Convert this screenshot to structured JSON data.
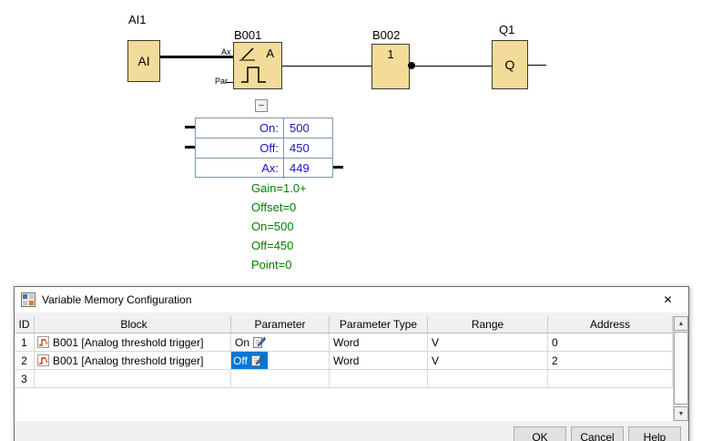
{
  "diagram": {
    "ai": {
      "ref": "AI1",
      "face": "AI"
    },
    "b001": {
      "ref": "B001",
      "letter": "A",
      "pin_top": "Ax",
      "pin_bottom": "Par"
    },
    "b002": {
      "ref": "B002",
      "face": "1"
    },
    "q1": {
      "ref": "Q1",
      "face": "Q"
    },
    "param_box": {
      "rows": [
        {
          "label": "On:",
          "value": "500"
        },
        {
          "label": "Off:",
          "value": "450"
        },
        {
          "label": "Ax:",
          "value": "449"
        }
      ]
    },
    "notes": [
      "Gain=1.0+",
      "Offset=0",
      "On=500",
      "Off=450",
      "Point=0"
    ]
  },
  "dialog": {
    "title": "Variable Memory Configuration",
    "columns": [
      "ID",
      "Block",
      "Parameter",
      "Parameter Type",
      "Range",
      "Address"
    ],
    "rows": [
      {
        "id": "1",
        "block": "B001 [Analog threshold trigger]",
        "parameter": "On",
        "parameter_type": "Word",
        "range": "V",
        "address": "0"
      },
      {
        "id": "2",
        "block": "B001 [Analog threshold trigger]",
        "parameter": "Off",
        "parameter_type": "Word",
        "range": "V",
        "address": "2"
      },
      {
        "id": "3",
        "block": "",
        "parameter": "",
        "parameter_type": "",
        "range": "",
        "address": ""
      }
    ],
    "buttons": {
      "ok": "OK",
      "cancel": "Cancel",
      "help": "Help"
    }
  },
  "icons": {
    "close": "✕",
    "collapse": "−",
    "scroll_up": "▲",
    "scroll_down": "▼"
  },
  "colors": {
    "block_fill": "#F3DC99",
    "selection": "#0078D7",
    "param_blue": "#1616C8",
    "note_green": "#007F00"
  }
}
